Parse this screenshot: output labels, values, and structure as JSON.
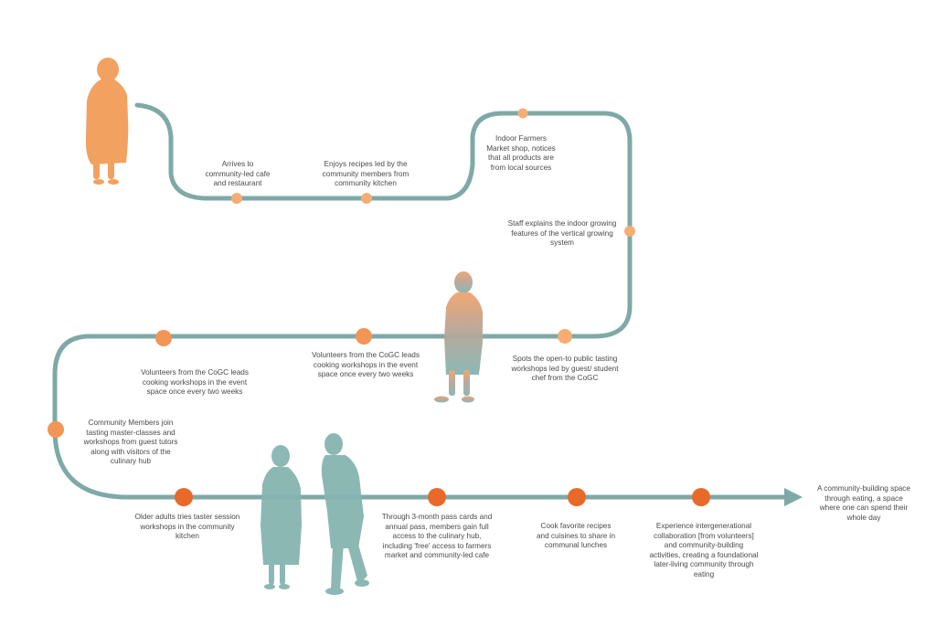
{
  "colors": {
    "path": "#7ea9a7",
    "figure_teal": "#86b5b1",
    "figure_orange": "#f19a54",
    "dot_light": "#f6ad73",
    "dot_mid": "#f29556",
    "dot_dark": "#e8692a",
    "text": "#4a4a4a",
    "background": "#ffffff"
  },
  "steps": [
    {
      "text": "Arrives to\ncommunity-led cafe\nand restaurant",
      "shade": "light"
    },
    {
      "text": "Enjoys recipes led by the\ncommunity members from\ncommunity kitchen",
      "shade": "light"
    },
    {
      "text": "Indoor Farmers\nMarket shop, notices\nthat all products are\nfrom local sources",
      "shade": "light"
    },
    {
      "text": "Staff explains the indoor growing\nfeatures of the vertical growing\nsystem",
      "shade": "light"
    },
    {
      "text": "Spots the open-to public tasting\nworkshops led by guest/ student\nchef from the CoGC",
      "shade": "light"
    },
    {
      "text": "Volunteers from the CoGC leads\ncooking workshops in the event\nspace once every two weeks",
      "shade": "mid"
    },
    {
      "text": "Volunteers from the CoGC leads\ncooking workshops in the event\nspace once every two weeks",
      "shade": "mid"
    },
    {
      "text": "Community Members join\ntasting master-classes and\nworkshops from guest tutors\nalong with visitors of the\nculinary hub",
      "shade": "mid"
    },
    {
      "text": "Older adults tries taster session\nworkshops in the community\nkitchen",
      "shade": "dark"
    },
    {
      "text": "Through 3-month pass cards and\nannual pass, members gain full\naccess to the culinary hub,\nincluding 'free' access to farmers\nmarket and community-led cafe",
      "shade": "dark"
    },
    {
      "text": "Cook favorite recipes\nand cuisines to share in\ncommunal lunches",
      "shade": "dark"
    },
    {
      "text": "Experience intergenerational\ncollaboration [from volunteers]\nand community-building\nactivities, creating a foundational\nlater-living community through\neating",
      "shade": "dark"
    }
  ],
  "end_label": "A community-building space\nthrough eating, a space\nwhere one can spend their\nwhole day",
  "figures": [
    {
      "name": "orange-woman-figure",
      "color": "orange"
    },
    {
      "name": "teal-woman-figure",
      "color": "teal"
    },
    {
      "name": "teal-older-woman-figure",
      "color": "teal"
    },
    {
      "name": "teal-man-figure",
      "color": "teal"
    }
  ]
}
